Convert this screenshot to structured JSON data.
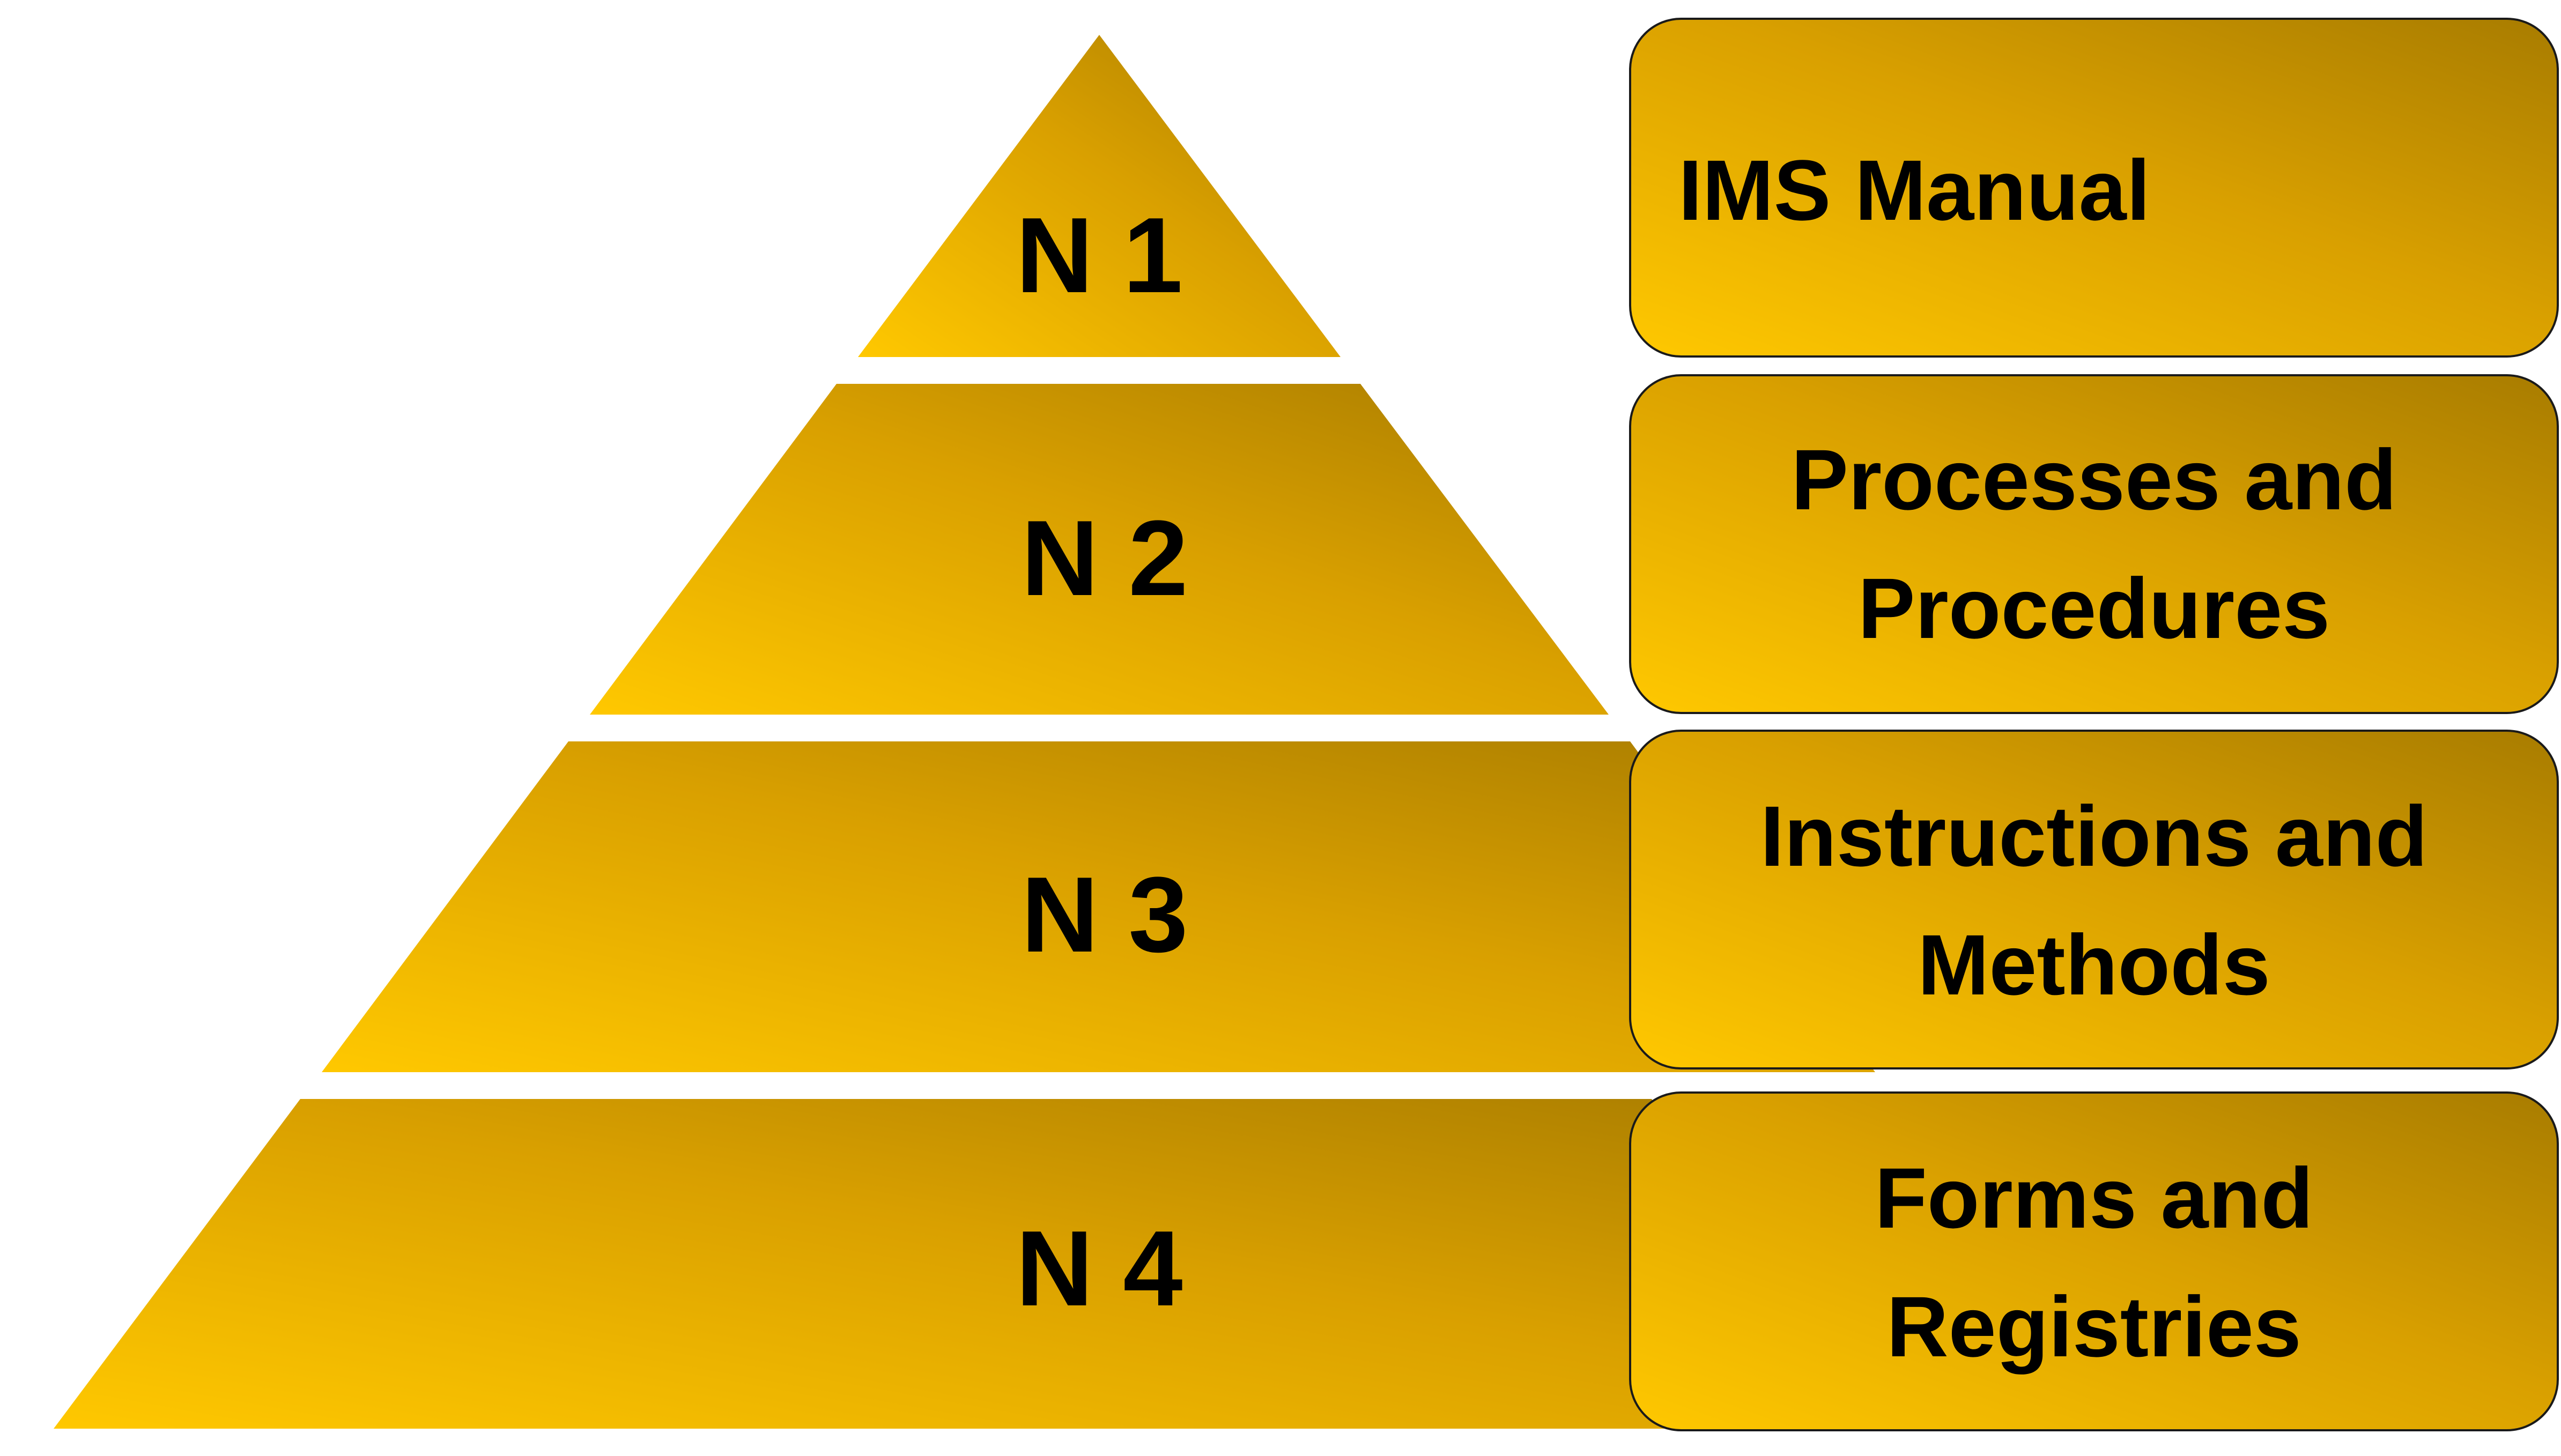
{
  "levels": [
    {
      "id": "n1",
      "label": "N 1",
      "description": [
        "IMS Manual"
      ]
    },
    {
      "id": "n2",
      "label": "N 2",
      "description": [
        "Processes and",
        "Procedures"
      ]
    },
    {
      "id": "n3",
      "label": "N 3",
      "description": [
        "Instructions and",
        "Methods"
      ]
    },
    {
      "id": "n4",
      "label": "N 4",
      "description": [
        "Forms and",
        "Registries"
      ]
    }
  ],
  "colors": {
    "gold_light": "#FFC800",
    "gold_mid": "#D9A000",
    "gold_dark": "#A87C00",
    "text": "#000000",
    "box_stroke": "#1a1a1a"
  }
}
